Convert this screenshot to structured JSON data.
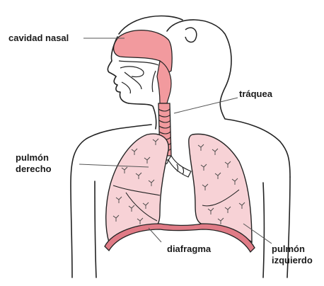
{
  "labels": {
    "nasal_cavity": "cavidad nasal",
    "trachea": "tráquea",
    "right_lung_line1": "pulmón",
    "right_lung_line2": "derecho",
    "diaphragm": "diafragma",
    "left_lung_line1": "pulmón",
    "left_lung_line2": "izquierdo"
  },
  "colors": {
    "lung_fill": "#f7d2d6",
    "airway_fill": "#f29a9e",
    "diaphragm_fill": "#e07b86",
    "outline": "#222222",
    "leader_line": "#555555"
  }
}
